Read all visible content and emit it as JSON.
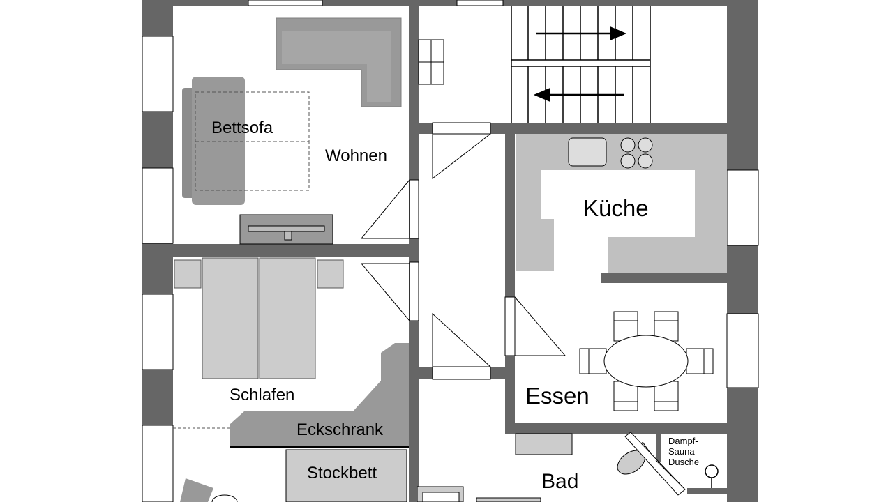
{
  "rooms": {
    "living": "Wohnen",
    "sofa_bed": "Bettsofa",
    "kitchen": "Küche",
    "bedroom": "Schlafen",
    "corner_wardrobe": "Eckschrank",
    "bunk_bed": "Stockbett",
    "dining": "Essen",
    "bath": "Bad",
    "steam_sauna_line1": "Dampf-",
    "steam_sauna_line2": "Sauna",
    "steam_sauna_line3": "Dusche"
  },
  "colors": {
    "wall": "#666666",
    "furniture_dark": "#999999",
    "furniture_mid": "#a6a6a6",
    "furniture_light": "#cccccc",
    "counter": "#c0c0c0",
    "outline": "#000000",
    "background": "#ffffff"
  }
}
